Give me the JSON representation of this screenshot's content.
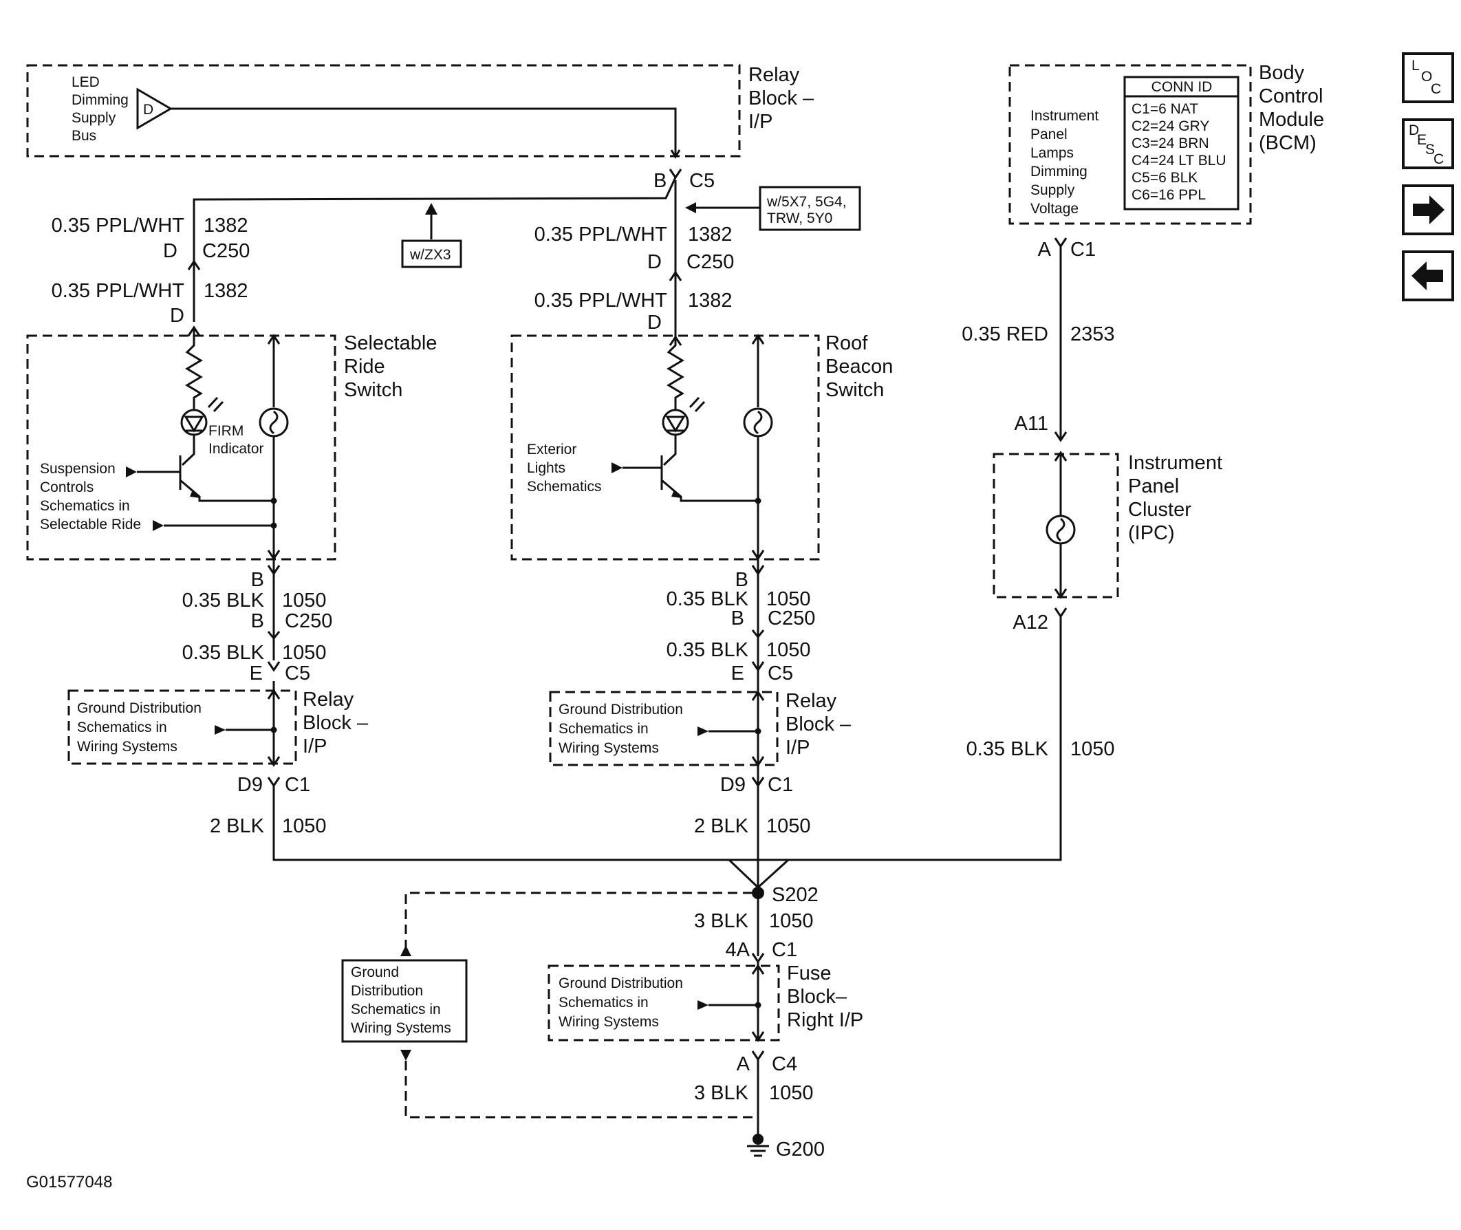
{
  "relay_block_top": {
    "lines": [
      "Relay",
      "Block –",
      "I/P"
    ]
  },
  "led_bus": {
    "lines": [
      "LED",
      "Dimming",
      "Supply",
      "Bus"
    ],
    "symbol": "D"
  },
  "connector_c5_top": {
    "pin": "B",
    "id": "C5"
  },
  "option_zx3": "w/ZX3",
  "option_5x7": [
    "w/5X7, 5G4,",
    "TRW, 5Y0"
  ],
  "left_circuit": {
    "wire1": {
      "size_color": "0.35 PPL/WHT",
      "circuit": "1382"
    },
    "c250": {
      "pin": "D",
      "id": "C250"
    },
    "wire2": {
      "size_color": "0.35 PPL/WHT",
      "circuit": "1382"
    },
    "pin_d": "D",
    "switch_label": [
      "Selectable",
      "Ride",
      "Switch"
    ],
    "led_label": [
      "FIRM",
      "Indicator"
    ],
    "input1": [
      "Suspension",
      "Controls",
      "Schematics in"
    ],
    "input2": "Selectable Ride",
    "pin_b": "B",
    "wire3": {
      "size_color": "0.35 BLK",
      "circuit": "1050"
    },
    "c250b": {
      "pin": "B",
      "id": "C250"
    },
    "wire4": {
      "size_color": "0.35 BLK",
      "circuit": "1050"
    },
    "c5": {
      "pin": "E",
      "id": "C5"
    },
    "ground_box": [
      "Ground Distribution",
      "Schematics in",
      "Wiring Systems"
    ],
    "relay_label": [
      "Relay",
      "Block –",
      "I/P"
    ],
    "c1": {
      "pin": "D9",
      "id": "C1"
    },
    "wire5": {
      "size_color": "2 BLK",
      "circuit": "1050"
    }
  },
  "center_circuit": {
    "wire1": {
      "size_color": "0.35 PPL/WHT",
      "circuit": "1382"
    },
    "c250": {
      "pin": "D",
      "id": "C250"
    },
    "wire2": {
      "size_color": "0.35 PPL/WHT",
      "circuit": "1382"
    },
    "pin_d": "D",
    "switch_label": [
      "Roof",
      "Beacon",
      "Switch"
    ],
    "input1": [
      "Exterior",
      "Lights",
      "Schematics"
    ],
    "pin_b": "B",
    "wire3": {
      "size_color": "0.35 BLK",
      "circuit": "1050"
    },
    "c250b": {
      "pin": "B",
      "id": "C250"
    },
    "wire4": {
      "size_color": "0.35 BLK",
      "circuit": "1050"
    },
    "c5": {
      "pin": "E",
      "id": "C5"
    },
    "ground_box": [
      "Ground Distribution",
      "Schematics in",
      "Wiring Systems"
    ],
    "relay_label": [
      "Relay",
      "Block –",
      "I/P"
    ],
    "c1": {
      "pin": "D9",
      "id": "C1"
    },
    "wire5": {
      "size_color": "2 BLK",
      "circuit": "1050"
    }
  },
  "bcm": {
    "label": [
      "Body",
      "Control",
      "Module",
      "(BCM)"
    ],
    "supply": [
      "Instrument",
      "Panel",
      "Lamps",
      "Dimming",
      "Supply",
      "Voltage"
    ],
    "conn_title": "CONN ID",
    "conn_rows": [
      "C1=6 NAT",
      "C2=24 GRY",
      "C3=24 BRN",
      "C4=24 LT BLU",
      "C5=6 BLK",
      "C6=16 PPL"
    ],
    "c1": {
      "pin": "A",
      "id": "C1"
    }
  },
  "right_circuit": {
    "wire1": {
      "size_color": "0.35 RED",
      "circuit": "2353"
    },
    "pin_a11": "A11",
    "ipc_label": [
      "Instrument",
      "Panel",
      "Cluster",
      "(IPC)"
    ],
    "pin_a12": "A12",
    "wire2": {
      "size_color": "0.35 BLK",
      "circuit": "1050"
    }
  },
  "bottom": {
    "splice": "S202",
    "wire1": {
      "size_color": "3 BLK",
      "circuit": "1050"
    },
    "c1": {
      "pin": "4A",
      "id": "C1"
    },
    "fuse_label": [
      "Fuse",
      "Block–",
      "Right I/P"
    ],
    "ground_box_inner": [
      "Ground Distribution",
      "Schematics in",
      "Wiring Systems"
    ],
    "ground_box_outer": [
      "Ground",
      "Distribution",
      "Schematics in",
      "Wiring Systems"
    ],
    "c4": {
      "pin": "A",
      "id": "C4"
    },
    "wire2": {
      "size_color": "3 BLK",
      "circuit": "1050"
    },
    "ground": "G200"
  },
  "nav": {
    "loc": [
      "L",
      "O",
      "C"
    ],
    "desc": [
      "D",
      "E",
      "S",
      "C"
    ],
    "next_icon": "arrow-right-icon",
    "prev_icon": "arrow-left-icon"
  },
  "figure_id": "G01577048"
}
